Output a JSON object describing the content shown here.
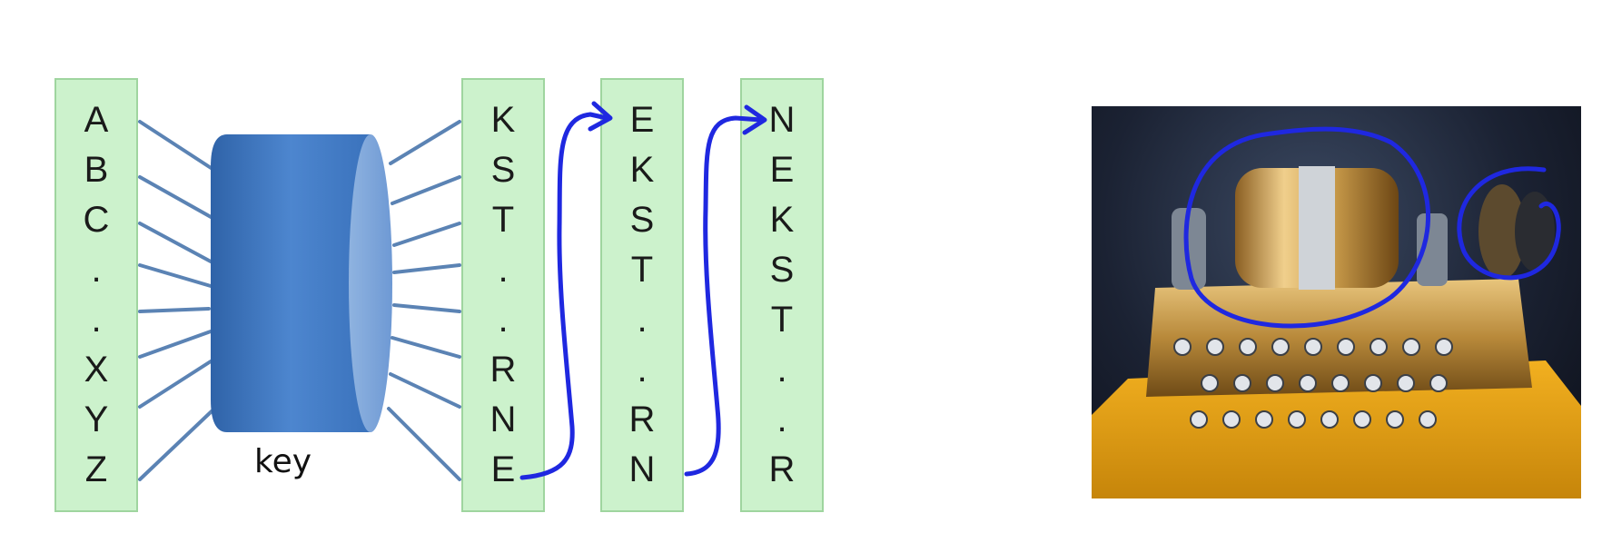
{
  "columns": [
    {
      "name": "plaintext-alphabet",
      "letters": [
        "A",
        "B",
        "C",
        ".",
        ".",
        "X",
        "Y",
        "Z"
      ]
    },
    {
      "name": "rotor-1",
      "letters": [
        "K",
        "S",
        "T",
        ".",
        ".",
        "R",
        "N",
        "E"
      ]
    },
    {
      "name": "rotor-2",
      "letters": [
        "E",
        "K",
        "S",
        "T",
        ".",
        ".",
        "R",
        "N"
      ]
    },
    {
      "name": "rotor-3",
      "letters": [
        "N",
        "E",
        "K",
        "S",
        "T",
        ".",
        ".",
        "R"
      ]
    }
  ],
  "key_label": "key",
  "colors": {
    "column_fill": "#ccf2cc",
    "column_border": "#9fd59f",
    "cylinder": "#3f79c2",
    "connector_lines": "#5b83b4",
    "annotation": "#1f28e0",
    "brass": "#b8893a"
  },
  "photo": {
    "subject": "brass rotor cipher machine",
    "annotations": [
      "circle-around-rotor",
      "circle-around-gear"
    ]
  }
}
